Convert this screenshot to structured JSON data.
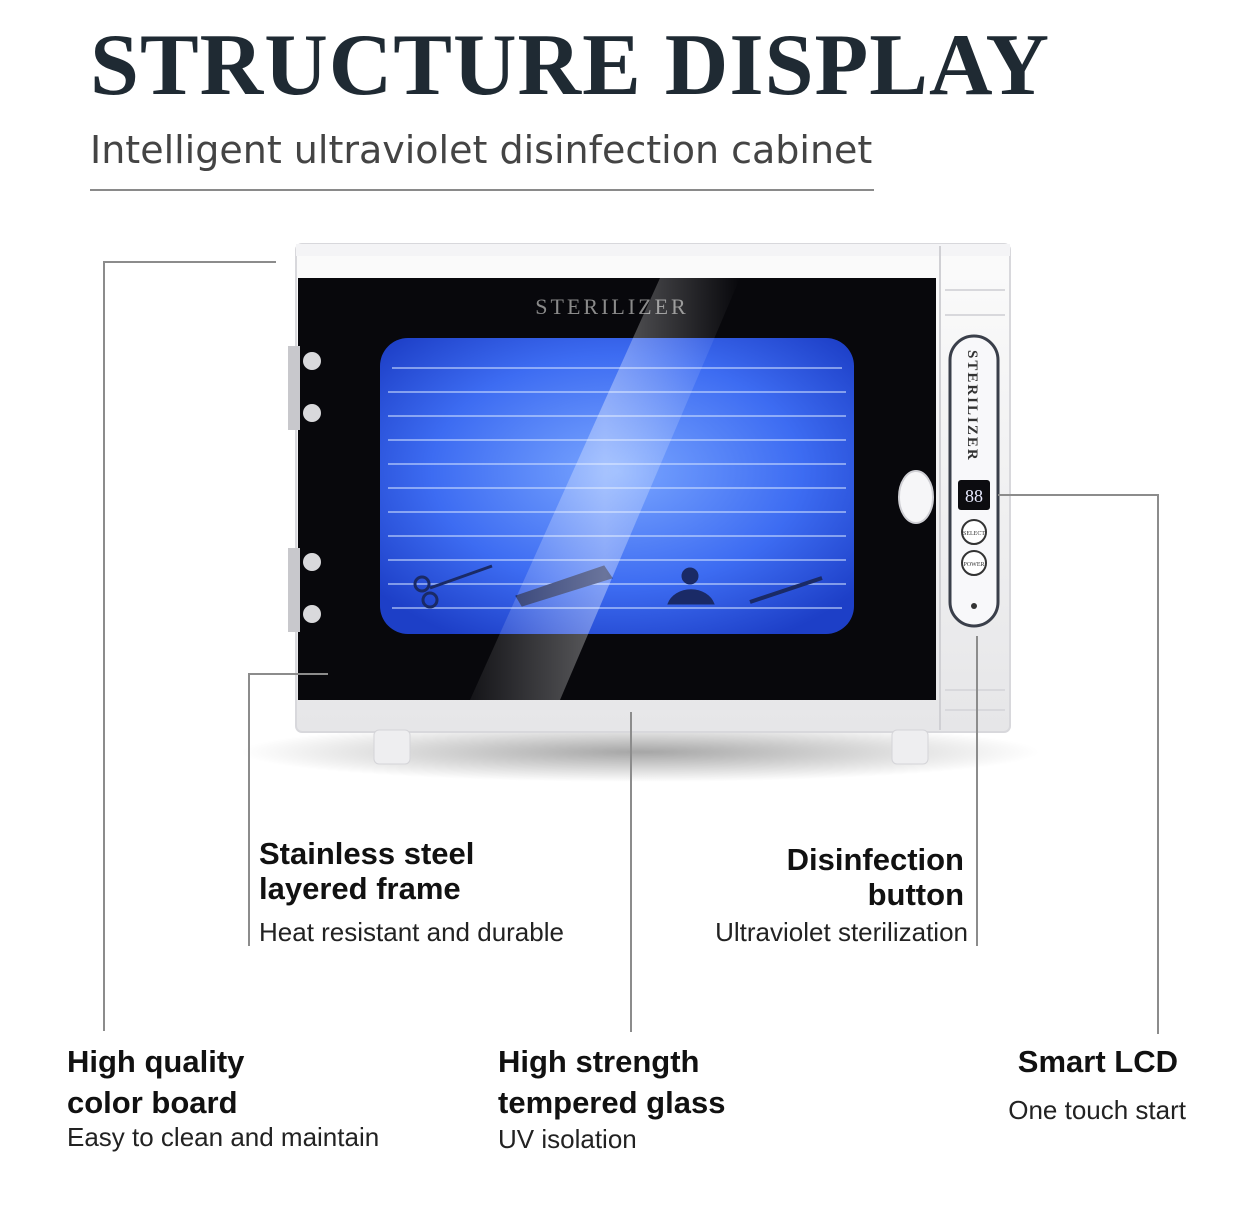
{
  "header": {
    "title": "STRUCTURE DISPLAY",
    "subtitle": "Intelligent ultraviolet disinfection cabinet"
  },
  "product": {
    "glass_brand": "STERILIZER",
    "panel_brand": "STERILIZER",
    "lcd_value": "88",
    "select_button": "SELECT",
    "power_button": "POWER"
  },
  "callouts": {
    "frame": {
      "title_line1": "Stainless steel",
      "title_line2": "layered frame",
      "desc": "Heat resistant and durable"
    },
    "button": {
      "title_line1": "Disinfection",
      "title_line2": "button",
      "desc": "Ultraviolet sterilization"
    },
    "board": {
      "title_line1": "High quality",
      "title_line2": "color board",
      "desc": "Easy to clean and maintain"
    },
    "glass": {
      "title_line1": "High strength",
      "title_line2": "tempered glass",
      "desc": "UV isolation"
    },
    "lcd": {
      "title": "Smart LCD",
      "desc": "One touch start"
    }
  },
  "colors": {
    "uv_blue": "#3d6cf2",
    "glass_black": "#08080c",
    "title": "#1f2a33",
    "leader_line": "#8c8c8c"
  }
}
